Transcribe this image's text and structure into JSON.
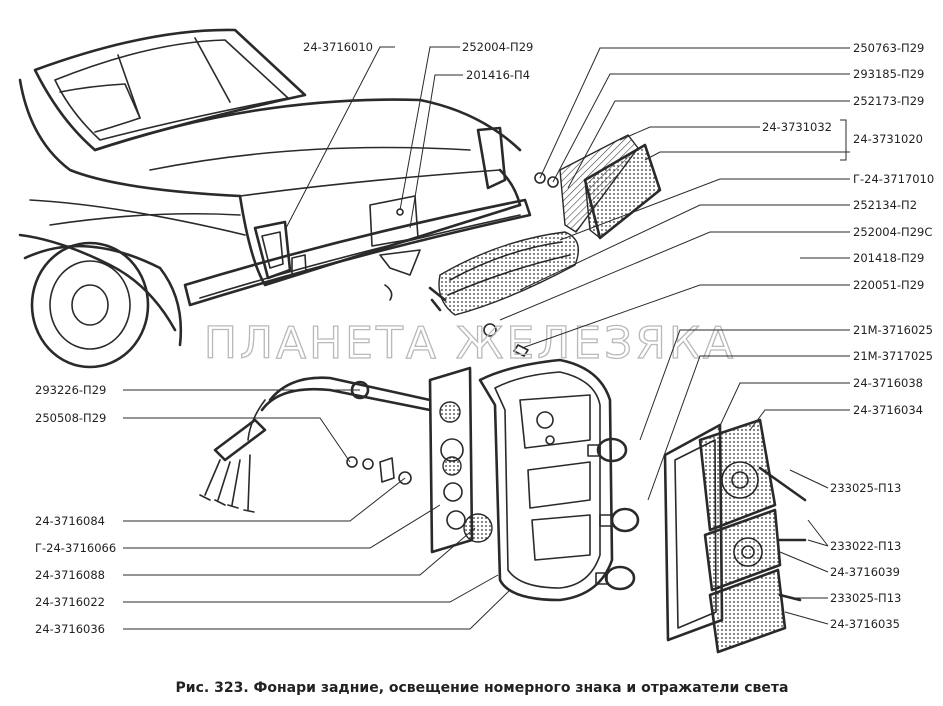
{
  "caption": "Рис. 323. Фонари задние, освещение номерного знака и отражатели света",
  "watermark": "ПЛАНЕТА ЖЕЛЕЗЯКА",
  "labels": {
    "top_a": "24-3716010",
    "top_b": "252004-П29",
    "top_c": "201416-П4",
    "r1": "250763-П29",
    "r2": "293185-П29",
    "r3": "252173-П29",
    "r4": "24-3731032",
    "r5": "24-3731020",
    "r6": "Г-24-3717010",
    "r7": "252134-П2",
    "r8": "252004-П29С",
    "r9": "201418-П29",
    "r10": "220051-П29",
    "r11": "21М-3716025",
    "r12": "21М-3717025",
    "r13": "24-3716038",
    "r14": "24-3716034",
    "r15": "233025-П13",
    "r16": "233022-П13",
    "r17": "24-3716039",
    "r18": "233025-П13",
    "r19": "24-3716035",
    "l1": "293226-П29",
    "l2": "250508-П29",
    "l3": "24-3716084",
    "l4": "Г-24-3716066",
    "l5": "24-3716088",
    "l6": "24-3716022",
    "l7": "24-3716036"
  }
}
